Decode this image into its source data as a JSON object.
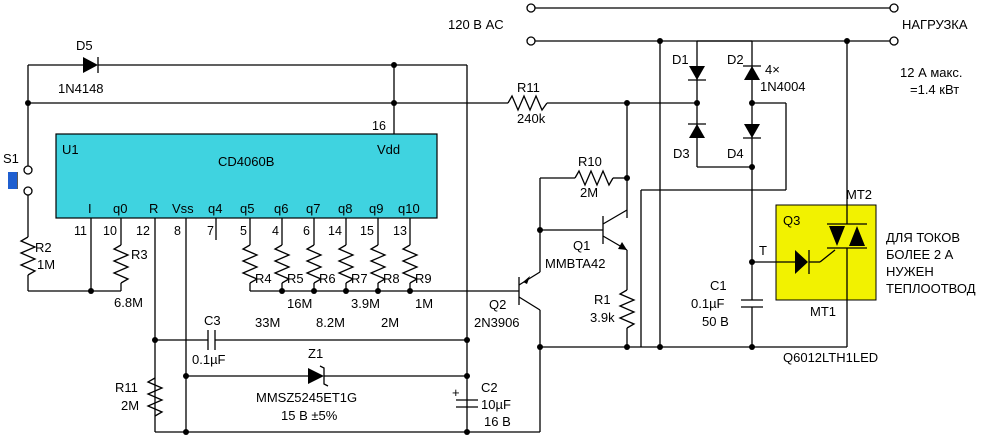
{
  "ic": {
    "ref": "U1",
    "part": "CD4060B",
    "vdd_label": "Vdd",
    "vdd_pin": "16",
    "pins": [
      {
        "name": "I",
        "num": "11"
      },
      {
        "name": "q0",
        "num": "10"
      },
      {
        "name": "R",
        "num": "12"
      },
      {
        "name": "Vss",
        "num": "8"
      },
      {
        "name": "q4",
        "num": "7"
      },
      {
        "name": "q5",
        "num": "5"
      },
      {
        "name": "q6",
        "num": "4"
      },
      {
        "name": "q7",
        "num": "6"
      },
      {
        "name": "q8",
        "num": "14"
      },
      {
        "name": "q9",
        "num": "15"
      },
      {
        "name": "q10",
        "num": "13"
      }
    ],
    "color": "#3fd3e0"
  },
  "mains": {
    "label": "120 В AC",
    "load": "НАГРУЗКА"
  },
  "switch": {
    "ref": "S1"
  },
  "d5": {
    "ref": "D5",
    "part": "1N4148"
  },
  "r11_top": {
    "ref": "R11",
    "value": "240k"
  },
  "bridge": {
    "d1": "D1",
    "d2": "D2",
    "d3": "D3",
    "d4": "D4",
    "part_count": "4×",
    "part": "1N4004"
  },
  "rating": {
    "line1": "12 А макс.",
    "line2": "=1.4 кВт"
  },
  "r2": {
    "ref": "R2",
    "value": "1M"
  },
  "r3": {
    "ref": "R3",
    "value": "6.8M"
  },
  "rdiv": {
    "refs": [
      "R4",
      "R5",
      "R6",
      "R7",
      "R8",
      "R9"
    ],
    "values": [
      "33M",
      "16M",
      "8.2M",
      "3.9M",
      "2M",
      "1M"
    ]
  },
  "r10": {
    "ref": "R10",
    "value": "2M"
  },
  "q1": {
    "ref": "Q1",
    "part": "MMBTA42"
  },
  "q2": {
    "ref": "Q2",
    "part": "2N3906"
  },
  "r1": {
    "ref": "R1",
    "value": "3.9k"
  },
  "c3": {
    "ref": "C3",
    "value": "0.1µF"
  },
  "z1": {
    "ref": "Z1",
    "part": "MMSZ5245ET1G",
    "spec": "15 В ±5%"
  },
  "c2": {
    "ref": "C2",
    "polarity": "+",
    "value": "10µF",
    "voltage": "16 В"
  },
  "r11_bot": {
    "ref": "R11",
    "value": "2M"
  },
  "c1": {
    "ref": "C1",
    "value": "0.1µF",
    "voltage": "50 В"
  },
  "q3": {
    "ref": "Q3",
    "gate": "T",
    "mt1": "MT1",
    "mt2": "MT2",
    "part": "Q6012LTH1LED",
    "color": "#f2f200"
  },
  "note": {
    "lines": [
      "ДЛЯ ТОКОВ",
      "БОЛЕЕ 2 А",
      "НУЖЕН",
      "ТЕПЛООТВОД"
    ]
  }
}
